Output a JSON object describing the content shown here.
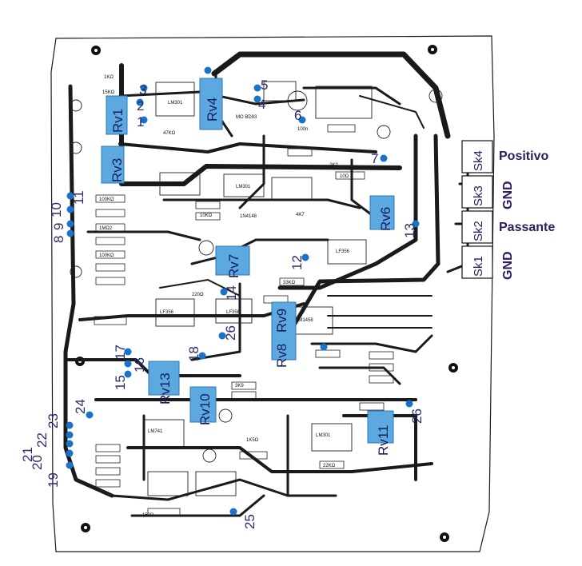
{
  "colors": {
    "trace": "#1a1a1a",
    "board": "#ffffff",
    "pot_fill": "#5ba9e0",
    "testpoint": "#1a73c9",
    "label": "#2a2d68",
    "connector_text": "#2e1a5e"
  },
  "trimmers": [
    {
      "id": "rv1",
      "label": "Rv1"
    },
    {
      "id": "rv3",
      "label": "Rv3"
    },
    {
      "id": "rv4",
      "label": "Rv4"
    },
    {
      "id": "rv6",
      "label": "Rv6"
    },
    {
      "id": "rv7",
      "label": "Rv7"
    },
    {
      "id": "rv8",
      "label": "Rv8"
    },
    {
      "id": "rv9",
      "label": "Rv9"
    },
    {
      "id": "rv10",
      "label": "Rv10"
    },
    {
      "id": "rv11",
      "label": "Rv11"
    },
    {
      "id": "rv13",
      "label": "Rv13"
    }
  ],
  "test_points": [
    "1",
    "2",
    "3",
    "4",
    "5",
    "6",
    "7",
    "8",
    "9",
    "10",
    "11",
    "12",
    "13",
    "14",
    "15",
    "16",
    "17",
    "18",
    "19",
    "20",
    "21",
    "22",
    "23",
    "24",
    "25",
    "26",
    "26"
  ],
  "connectors": [
    {
      "id": "sk4",
      "label": "Sk4",
      "signal": "Positivo"
    },
    {
      "id": "sk3",
      "label": "Sk3",
      "signal": "GND"
    },
    {
      "id": "sk2",
      "label": "Sk2",
      "signal": "Passante"
    },
    {
      "id": "sk1",
      "label": "Sk1",
      "signal": "GND"
    }
  ],
  "components": {
    "ic_labels": [
      "LM301",
      "LF356",
      "LF356",
      "LM1458",
      "LM741",
      "LM301",
      "LF356",
      "LM301",
      "LF356"
    ],
    "part_labels": [
      "1KΩ",
      "15KΩ",
      "100KΩ",
      "47KΩ",
      "1MΩ2",
      "10KΩ",
      "100KΩ",
      "33KΩ",
      "2K2",
      "1N4148",
      "22KΩ",
      "10Ω",
      "4K7",
      "220Ω",
      "3K9",
      "1K5Ω",
      "150P",
      "100n",
      "MO BD93"
    ]
  }
}
